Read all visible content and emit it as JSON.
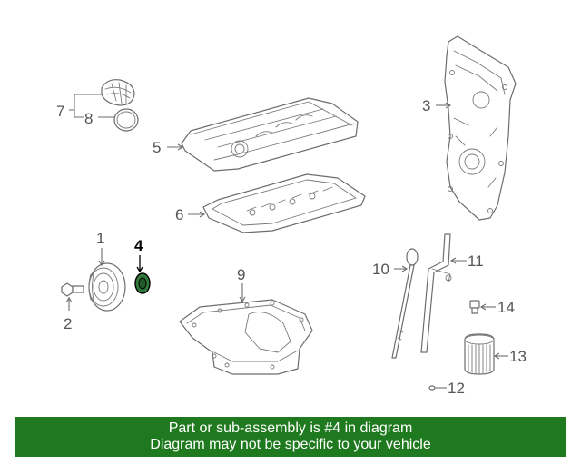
{
  "diagram": {
    "callouts": [
      {
        "id": "1",
        "label": "1"
      },
      {
        "id": "2",
        "label": "2"
      },
      {
        "id": "3",
        "label": "3"
      },
      {
        "id": "4",
        "label": "4",
        "highlighted": true
      },
      {
        "id": "5",
        "label": "5"
      },
      {
        "id": "6",
        "label": "6"
      },
      {
        "id": "7",
        "label": "7"
      },
      {
        "id": "8",
        "label": "8"
      },
      {
        "id": "9",
        "label": "9"
      },
      {
        "id": "10",
        "label": "10"
      },
      {
        "id": "11",
        "label": "11"
      },
      {
        "id": "12",
        "label": "12"
      },
      {
        "id": "13",
        "label": "13"
      },
      {
        "id": "14",
        "label": "14"
      }
    ],
    "highlight_color": "#000000",
    "line_color": "#6d6d6d"
  },
  "banner": {
    "line1": "Part or sub-assembly is #4 in diagram",
    "line2": "Diagram may not be specific to your vehicle",
    "background": "#1f7a1f",
    "text_color": "#ffffff"
  }
}
